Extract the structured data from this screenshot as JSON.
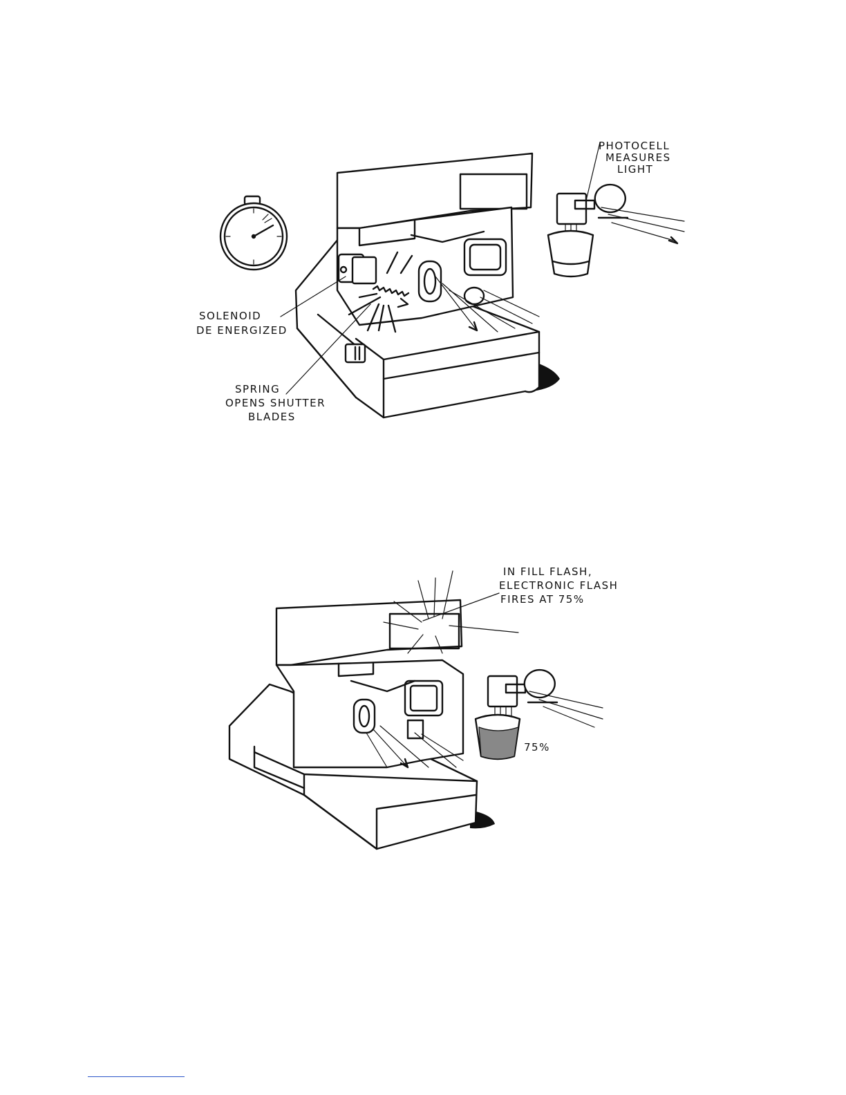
{
  "figure1": {
    "labels": {
      "photocell": [
        "PHOTOCELL",
        "MEASURES",
        "LIGHT"
      ],
      "solenoid": [
        "SOLENOID",
        "DE ENERGIZED"
      ],
      "spring": [
        "SPRING",
        "OPENS SHUTTER",
        "BLADES"
      ]
    }
  },
  "figure2": {
    "labels": {
      "fill_flash": [
        "IN FILL FLASH,",
        "ELECTRONIC FLASH",
        "FIRES AT 75%"
      ],
      "percent": "75%"
    },
    "cup_fill_level_percent": 75
  },
  "colors": {
    "ink": "#111111",
    "paper": "#ffffff",
    "footer_rule": "#2a55c8"
  }
}
